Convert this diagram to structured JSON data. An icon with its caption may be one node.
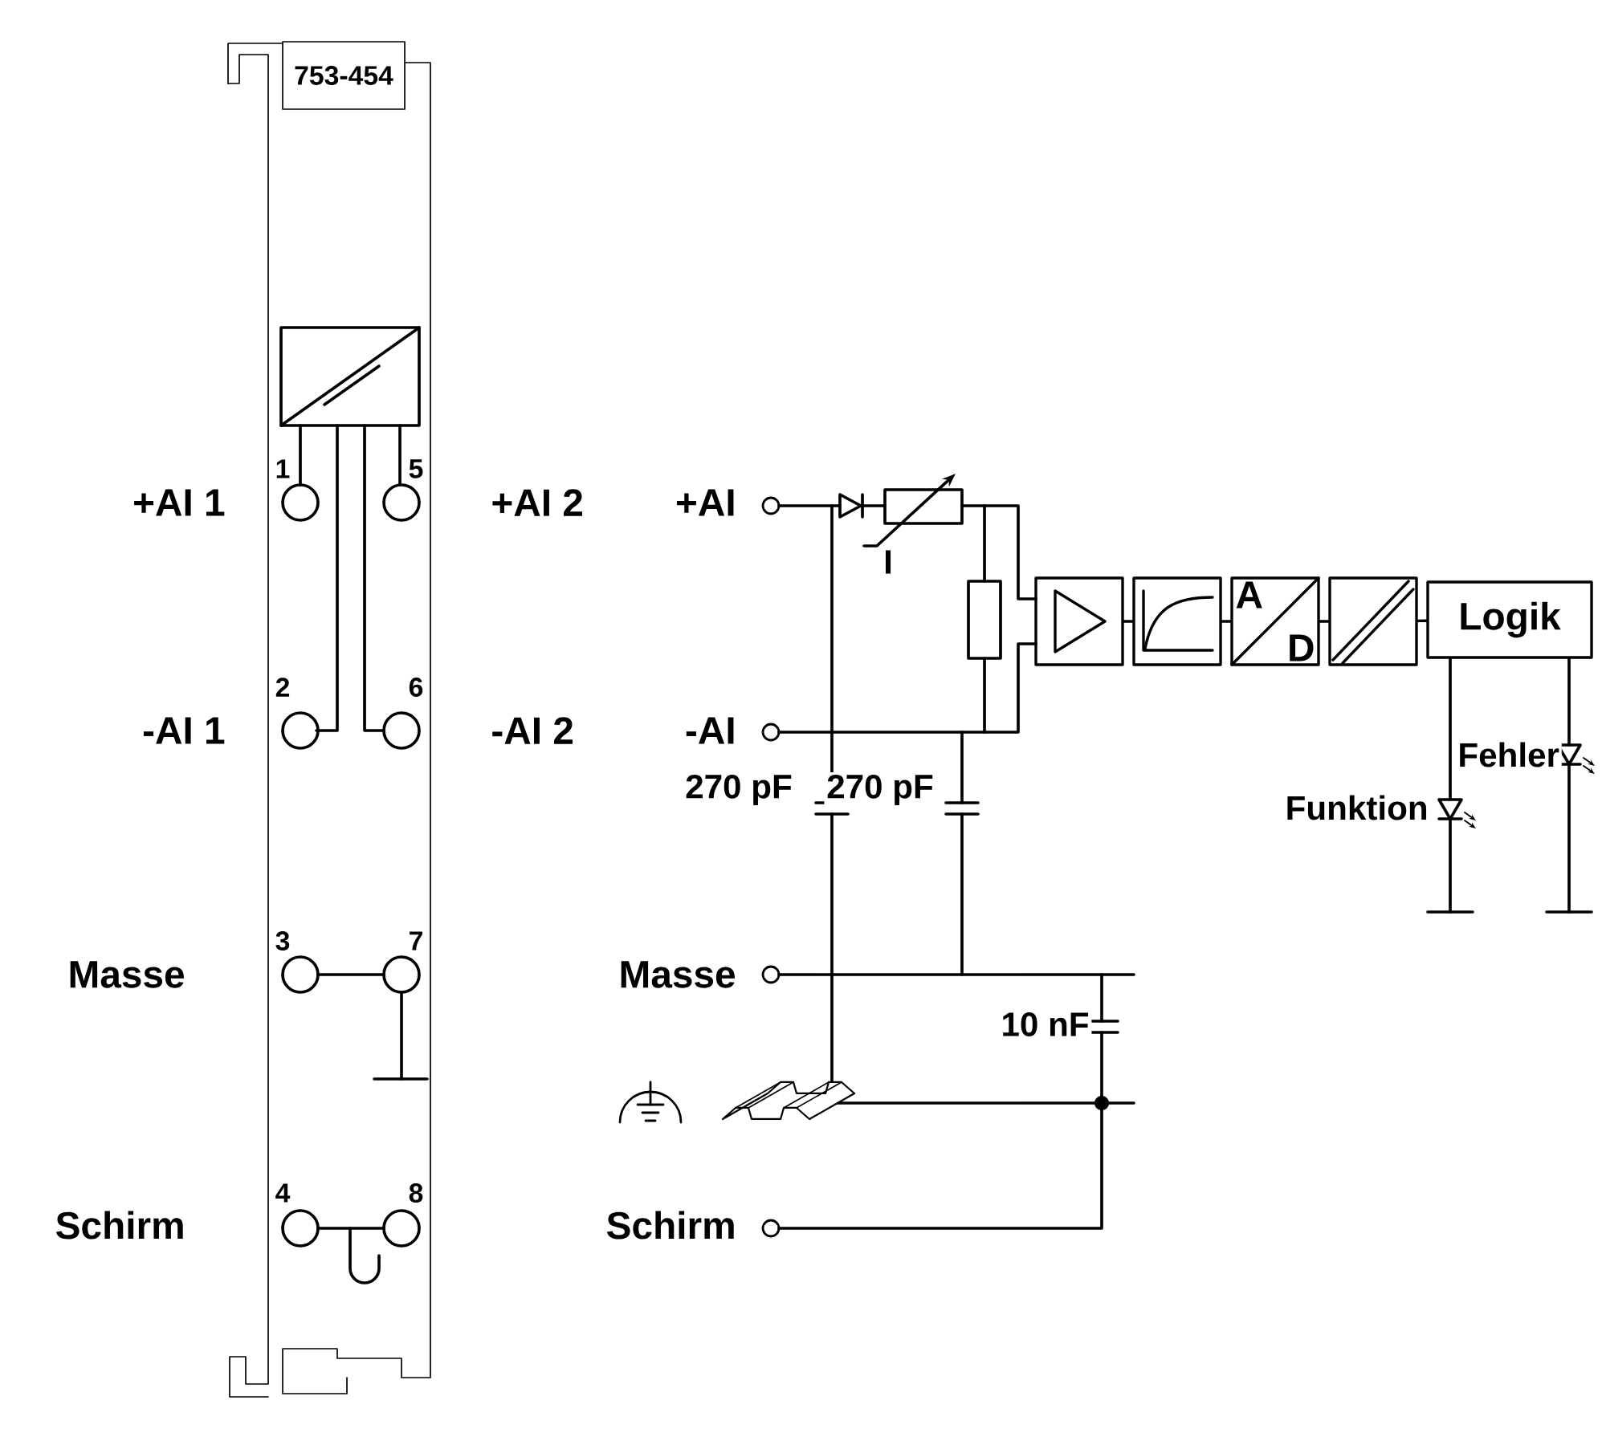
{
  "diagram": {
    "nodes": [
      {
        "text": [],
        "shape": "box"
      },
      {
        "text": [],
        "shape": "box"
      },
      {
        "text": [
          "A",
          "D"
        ]
      },
      {
        "text": [],
        "shape": "box"
      },
      {
        "text": [
          "Logik"
        ]
      }
    ],
    "edges": [
      {
        "from": 0,
        "to": 1,
        "arrow": "none"
      },
      {
        "from": 1,
        "to": 2,
        "arrow": "none"
      },
      {
        "from": 2,
        "to": 3,
        "arrow": "none"
      },
      {
        "from": 3,
        "to": 4,
        "arrow": "none"
      }
    ],
    "labels": [
      "753-454",
      "+AI 1",
      "1",
      "5",
      "+AI 2",
      "+AI",
      "I",
      "2",
      "6",
      "-AI 1",
      "-AI 2",
      "-AI",
      "Fehler",
      "270 pF",
      "270 pF",
      "Funktion",
      "3",
      "7",
      "Masse",
      "Masse",
      "10 nF",
      "4",
      "8",
      "Schirm",
      "Schirm"
    ]
  }
}
